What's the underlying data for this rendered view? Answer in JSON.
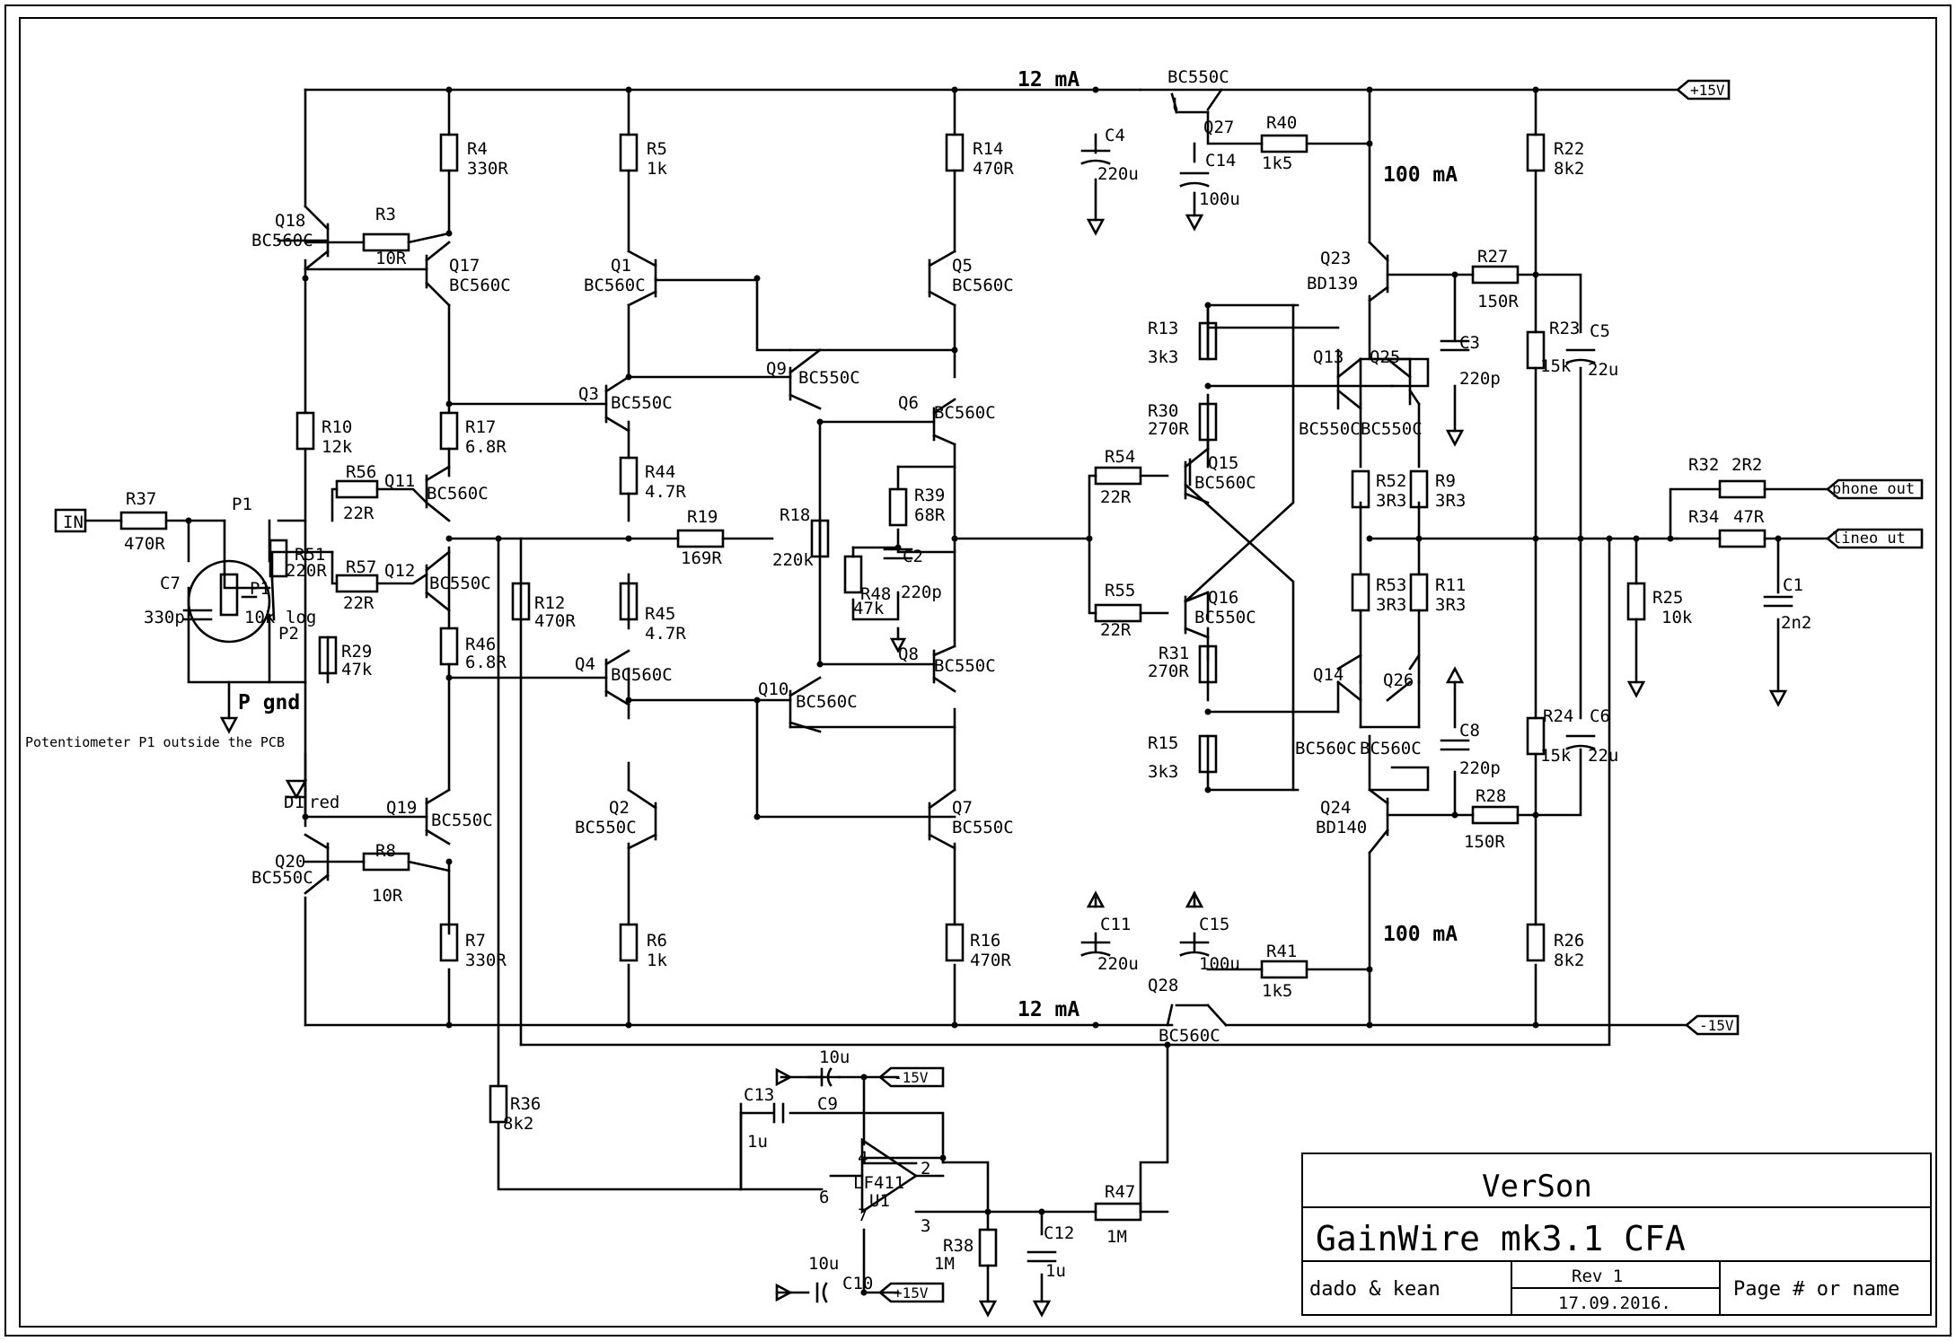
{
  "title_block": {
    "company": "VerSon",
    "project": "GainWire mk3.1   CFA",
    "authors": "dado & kean",
    "revision": "Rev 1",
    "date": "17.09.2016.",
    "page": "Page # or name"
  },
  "notes": {
    "pot_note": "Potentiometer P1 outside the PCB",
    "current_top": "12 mA",
    "current_bottom": "12 mA",
    "bias_top": "100 mA",
    "bias_bottom": "100 mA"
  },
  "ports": {
    "input": "IN",
    "rail_pos": "+15V",
    "rail_neg": "-15V",
    "out_phone": "phone out",
    "out_line": "lineo ut",
    "gnd_label": "P gnd"
  },
  "labels": [
    {
      "id": "r4",
      "text": "R4"
    },
    {
      "id": "r4v",
      "text": "330R"
    },
    {
      "id": "r5",
      "text": "R5"
    },
    {
      "id": "r5v",
      "text": "1k"
    },
    {
      "id": "r14",
      "text": "R14"
    },
    {
      "id": "r14v",
      "text": "470R"
    },
    {
      "id": "c4",
      "text": "C4"
    },
    {
      "id": "c4v",
      "text": "220u"
    },
    {
      "id": "q27t",
      "text": "BC550C"
    },
    {
      "id": "q27",
      "text": "Q27"
    },
    {
      "id": "c14",
      "text": "C14"
    },
    {
      "id": "c14v",
      "text": "100u"
    },
    {
      "id": "r40",
      "text": "R40"
    },
    {
      "id": "r40v",
      "text": "1k5"
    },
    {
      "id": "r22",
      "text": "R22"
    },
    {
      "id": "r22v",
      "text": "8k2"
    },
    {
      "id": "q18",
      "text": "Q18"
    },
    {
      "id": "q18t",
      "text": "BC560C"
    },
    {
      "id": "r3",
      "text": "R3"
    },
    {
      "id": "r3v",
      "text": "10R"
    },
    {
      "id": "q17",
      "text": "Q17"
    },
    {
      "id": "q17t",
      "text": "BC560C"
    },
    {
      "id": "q1",
      "text": "Q1"
    },
    {
      "id": "q1t",
      "text": "BC560C"
    },
    {
      "id": "q5",
      "text": "Q5"
    },
    {
      "id": "q5t",
      "text": "BC560C"
    },
    {
      "id": "q23",
      "text": "Q23"
    },
    {
      "id": "q23t",
      "text": "BD139"
    },
    {
      "id": "r27",
      "text": "R27"
    },
    {
      "id": "r27v",
      "text": "150R"
    },
    {
      "id": "r13",
      "text": "R13"
    },
    {
      "id": "r13v",
      "text": "3k3"
    },
    {
      "id": "c3",
      "text": "C3"
    },
    {
      "id": "c3v",
      "text": "220p"
    },
    {
      "id": "r23",
      "text": "R23"
    },
    {
      "id": "r23v",
      "text": "15k"
    },
    {
      "id": "c5",
      "text": "C5"
    },
    {
      "id": "c5v",
      "text": "22u"
    },
    {
      "id": "q9",
      "text": "Q9"
    },
    {
      "id": "q9t",
      "text": "BC550C"
    },
    {
      "id": "q13",
      "text": "Q13"
    },
    {
      "id": "q25",
      "text": "Q25"
    },
    {
      "id": "q3",
      "text": "Q3"
    },
    {
      "id": "q3t",
      "text": "BC550C"
    },
    {
      "id": "q6",
      "text": "Q6"
    },
    {
      "id": "q6t",
      "text": "BC560C"
    },
    {
      "id": "r10",
      "text": "R10"
    },
    {
      "id": "r10v",
      "text": "12k"
    },
    {
      "id": "r17",
      "text": "R17"
    },
    {
      "id": "r17v",
      "text": "6.8R"
    },
    {
      "id": "r30",
      "text": "R30"
    },
    {
      "id": "r30v",
      "text": "270R"
    },
    {
      "id": "q13t",
      "text": "BC550C"
    },
    {
      "id": "q25t",
      "text": "BC550C"
    },
    {
      "id": "r44",
      "text": "R44"
    },
    {
      "id": "r44v",
      "text": "4.7R"
    },
    {
      "id": "r39",
      "text": "R39"
    },
    {
      "id": "r39v",
      "text": "68R"
    },
    {
      "id": "r54",
      "text": "R54"
    },
    {
      "id": "r54v",
      "text": "22R"
    },
    {
      "id": "q15",
      "text": "Q15"
    },
    {
      "id": "q15t",
      "text": "BC560C"
    },
    {
      "id": "r32",
      "text": "R32"
    },
    {
      "id": "r32v",
      "text": "2R2"
    },
    {
      "id": "p1",
      "text": "P1"
    },
    {
      "id": "r56",
      "text": "R56"
    },
    {
      "id": "r56v",
      "text": "22R"
    },
    {
      "id": "q11",
      "text": "Q11"
    },
    {
      "id": "q11t",
      "text": "BC560C"
    },
    {
      "id": "r52",
      "text": "R52"
    },
    {
      "id": "r52v",
      "text": "3R3"
    },
    {
      "id": "r9",
      "text": "R9"
    },
    {
      "id": "r9v",
      "text": "3R3"
    },
    {
      "id": "r37",
      "text": "R37"
    },
    {
      "id": "r37v",
      "text": "470R"
    },
    {
      "id": "r19",
      "text": "R19"
    },
    {
      "id": "r19v",
      "text": "169R"
    },
    {
      "id": "r18",
      "text": "R18"
    },
    {
      "id": "r18v",
      "text": "220k"
    },
    {
      "id": "r34",
      "text": "R34"
    },
    {
      "id": "r34v",
      "text": "47R"
    },
    {
      "id": "r51",
      "text": "R51"
    },
    {
      "id": "r51v",
      "text": "220R"
    },
    {
      "id": "c2",
      "text": "C2"
    },
    {
      "id": "c2v",
      "text": "220p"
    },
    {
      "id": "r57",
      "text": "R57"
    },
    {
      "id": "r57v",
      "text": "22R"
    },
    {
      "id": "q12",
      "text": "Q12"
    },
    {
      "id": "q12t",
      "text": "BC550C"
    },
    {
      "id": "r48",
      "text": "R48"
    },
    {
      "id": "r48v",
      "text": "47k"
    },
    {
      "id": "r12",
      "text": "R12"
    },
    {
      "id": "r12v",
      "text": "470R"
    },
    {
      "id": "r45",
      "text": "R45"
    },
    {
      "id": "r45v",
      "text": "4.7R"
    },
    {
      "id": "c7",
      "text": "C7"
    },
    {
      "id": "c7v",
      "text": "330p"
    },
    {
      "id": "p1i",
      "text": "P1"
    },
    {
      "id": "p1v",
      "text": "10k"
    },
    {
      "id": "p2",
      "text": "P2"
    },
    {
      "id": "p2v",
      "text": "log"
    },
    {
      "id": "r55",
      "text": "R55"
    },
    {
      "id": "r55v",
      "text": "22R"
    },
    {
      "id": "q16",
      "text": "Q16"
    },
    {
      "id": "q16t",
      "text": "BC550C"
    },
    {
      "id": "r53",
      "text": "R53"
    },
    {
      "id": "r53v",
      "text": "3R3"
    },
    {
      "id": "r11",
      "text": "R11"
    },
    {
      "id": "r11v",
      "text": "3R3"
    },
    {
      "id": "c1",
      "text": "C1"
    },
    {
      "id": "c1v",
      "text": "2n2"
    },
    {
      "id": "r25",
      "text": "R25"
    },
    {
      "id": "r25v",
      "text": "10k"
    },
    {
      "id": "r29",
      "text": "R29"
    },
    {
      "id": "r29v",
      "text": "47k"
    },
    {
      "id": "r46",
      "text": "R46"
    },
    {
      "id": "r46v",
      "text": "6.8R"
    },
    {
      "id": "q4",
      "text": "Q4"
    },
    {
      "id": "q4t",
      "text": "BC560C"
    },
    {
      "id": "q8",
      "text": "Q8"
    },
    {
      "id": "q8t",
      "text": "BC550C"
    },
    {
      "id": "r31",
      "text": "R31"
    },
    {
      "id": "r31v",
      "text": "270R"
    },
    {
      "id": "q10",
      "text": "Q10"
    },
    {
      "id": "q10t",
      "text": "BC560C"
    },
    {
      "id": "q14",
      "text": "Q14"
    },
    {
      "id": "q26",
      "text": "Q26"
    },
    {
      "id": "r24",
      "text": "R24"
    },
    {
      "id": "r24v",
      "text": "15k"
    },
    {
      "id": "c6",
      "text": "C6"
    },
    {
      "id": "c6v",
      "text": "22u"
    },
    {
      "id": "c8",
      "text": "C8"
    },
    {
      "id": "c8v",
      "text": "220p"
    },
    {
      "id": "r15",
      "text": "R15"
    },
    {
      "id": "r15v",
      "text": "3k3"
    },
    {
      "id": "q14t",
      "text": "BC560C"
    },
    {
      "id": "q26t",
      "text": "BC560C"
    },
    {
      "id": "d1",
      "text": "D1"
    },
    {
      "id": "d1v",
      "text": "red"
    },
    {
      "id": "q24",
      "text": "Q24"
    },
    {
      "id": "q24t",
      "text": "BD140"
    },
    {
      "id": "r28",
      "text": "R28"
    },
    {
      "id": "r28v",
      "text": "150R"
    },
    {
      "id": "q19",
      "text": "Q19"
    },
    {
      "id": "q19t",
      "text": "BC550C"
    },
    {
      "id": "q2",
      "text": "Q2"
    },
    {
      "id": "q2t",
      "text": "BC550C"
    },
    {
      "id": "q7",
      "text": "Q7"
    },
    {
      "id": "q7t",
      "text": "BC550C"
    },
    {
      "id": "q20",
      "text": "Q20"
    },
    {
      "id": "q20t",
      "text": "BC550C"
    },
    {
      "id": "r8",
      "text": "R8"
    },
    {
      "id": "r8v",
      "text": "10R"
    },
    {
      "id": "c11",
      "text": "C11"
    },
    {
      "id": "c11v",
      "text": "220u"
    },
    {
      "id": "c15",
      "text": "C15"
    },
    {
      "id": "c15v",
      "text": "100u"
    },
    {
      "id": "r41",
      "text": "R41"
    },
    {
      "id": "r41v",
      "text": "1k5"
    },
    {
      "id": "r7",
      "text": "R7"
    },
    {
      "id": "r7v",
      "text": "330R"
    },
    {
      "id": "r6",
      "text": "R6"
    },
    {
      "id": "r6v",
      "text": "1k"
    },
    {
      "id": "r16",
      "text": "R16"
    },
    {
      "id": "r16v",
      "text": "470R"
    },
    {
      "id": "r26",
      "text": "R26"
    },
    {
      "id": "r26v",
      "text": "8k2"
    },
    {
      "id": "q28",
      "text": "Q28"
    },
    {
      "id": "q28t",
      "text": "BC560C"
    },
    {
      "id": "c9v",
      "text": "10u"
    },
    {
      "id": "c9",
      "text": "C9"
    },
    {
      "id": "c13",
      "text": "C13"
    },
    {
      "id": "c13v",
      "text": "1u"
    },
    {
      "id": "r36",
      "text": "R36"
    },
    {
      "id": "r36v",
      "text": "8k2"
    },
    {
      "id": "u1a",
      "text": "LF411"
    },
    {
      "id": "u1",
      "text": "U1"
    },
    {
      "id": "p4",
      "text": "4"
    },
    {
      "id": "p2n",
      "text": "2"
    },
    {
      "id": "p6",
      "text": "6"
    },
    {
      "id": "p7",
      "text": "7"
    },
    {
      "id": "p3",
      "text": "3"
    },
    {
      "id": "r47",
      "text": "R47"
    },
    {
      "id": "r47v",
      "text": "1M"
    },
    {
      "id": "r38",
      "text": "R38"
    },
    {
      "id": "r38v",
      "text": "1M"
    },
    {
      "id": "c12",
      "text": "C12"
    },
    {
      "id": "c12v",
      "text": "1u"
    },
    {
      "id": "c10v",
      "text": "10u"
    },
    {
      "id": "c10",
      "text": "C10"
    }
  ]
}
